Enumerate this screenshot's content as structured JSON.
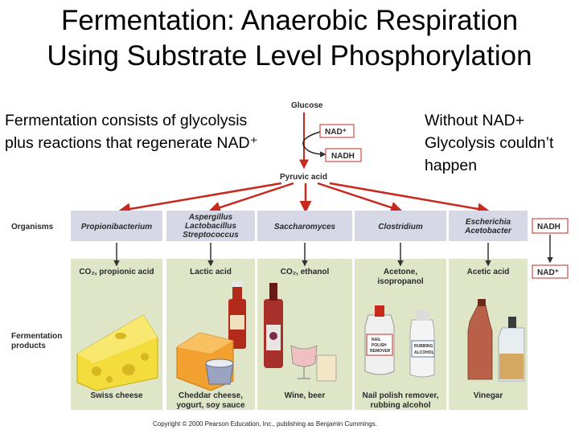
{
  "title_lines": [
    "Fermentation: Anaerobic Respiration",
    "Using Substrate Level Phosphorylation"
  ],
  "left_text": "Fermentation consists of glycolysis plus reactions that regenerate NAD⁺",
  "right_text": "Without NAD+ Glycolysis couldn’t happen",
  "pathway": {
    "glucose": "Glucose",
    "nad_plus": "NAD⁺",
    "nadh": "NADH",
    "pyruvic_acid": "Pyruvic acid"
  },
  "row_labels": {
    "organisms": "Organisms",
    "fermentation_products_1": "Fermentation",
    "fermentation_products_2": "products"
  },
  "organisms": [
    [
      "Propionibacterium"
    ],
    [
      "Aspergillus",
      "Lactobacillus",
      "Streptococcus"
    ],
    [
      "Saccharomyces"
    ],
    [
      "Clostridium"
    ],
    [
      "Escherichia",
      "Acetobacter"
    ]
  ],
  "products": [
    [
      "CO₂, propionic acid"
    ],
    [
      "Lactic acid"
    ],
    [
      "CO₂, ethanol"
    ],
    [
      "Acetone,",
      "isopropanol"
    ],
    [
      "Acetic acid"
    ]
  ],
  "captions": [
    [
      "Swiss cheese"
    ],
    [
      "Cheddar cheese,",
      "yogurt, soy sauce"
    ],
    [
      "Wine, beer"
    ],
    [
      "Nail polish remover,",
      "rubbing alcohol"
    ],
    [
      "Vinegar"
    ]
  ],
  "side_badges": {
    "nadh": "NADH",
    "nad_plus": "NAD⁺"
  },
  "bottle_labels": {
    "nail_polish": [
      "NAIL",
      "POLISH",
      "REMOVER"
    ],
    "rubbing_alcohol": [
      "RUBBING",
      "ALCOHOL"
    ]
  },
  "copyright": "Copyright © 2000 Pearson Education, Inc., publishing as Benjamin Cummings.",
  "colors": {
    "arrow_red": "#c8281e",
    "organism_box": "#d6d8e6",
    "product_panel": "#dfe6c8",
    "badge_border": "#c8281e"
  }
}
